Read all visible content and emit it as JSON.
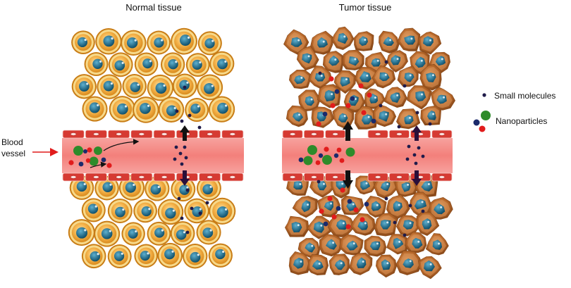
{
  "titles": {
    "normal": "Normal tissue",
    "tumor": "Tumor tissue"
  },
  "labels": {
    "blood_vessel_line1": "Blood",
    "blood_vessel_line2": "vessel"
  },
  "legend": {
    "small_molecules": "Small molecules",
    "nanoparticles": "Nanoparticles"
  },
  "colors": {
    "normal_cell_fill": "#f2a62e",
    "normal_cell_ring": "#f7d98a",
    "nucleus": "#1d6f8f",
    "tumor_cell_fill": "#b8682a",
    "tumor_cell_ring": "#e2a062",
    "vessel_wall": "#d63a32",
    "vessel_lumen": "#f48a86",
    "small_molecule": "#1f1b4a",
    "nanoparticle_green": "#2e8b2a",
    "nanoparticle_red": "#e11c1c",
    "nanoparticle_navy": "#1b2a6b",
    "arrow_red": "#e11c1c"
  }
}
